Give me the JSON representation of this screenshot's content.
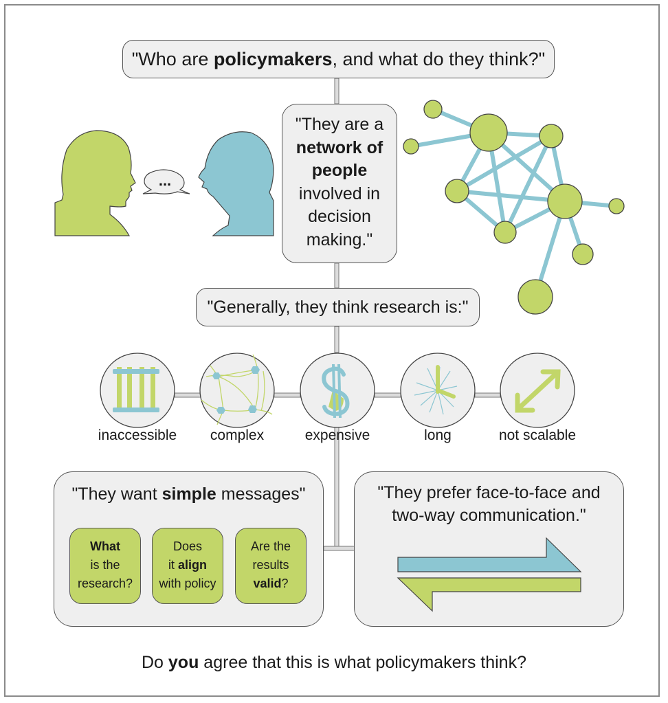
{
  "colors": {
    "green": "#c2d669",
    "blue": "#8cc6d2",
    "box_fill": "#efefef",
    "outline": "#555555"
  },
  "header_question": {
    "prefix": "\"Who are ",
    "bold": "policymakers",
    "suffix": ", and what do they think?\""
  },
  "network_quote": {
    "line1": "\"They are a",
    "bold1": "network of",
    "bold2": "people",
    "line4": "involved in",
    "line5": "decision",
    "line6": "making.\""
  },
  "speech_bubble": {
    "text": "..."
  },
  "general_quote": {
    "text": "\"Generally, they think research is:\""
  },
  "research_traits": [
    {
      "label": "inaccessible",
      "icon": "barrier-icon"
    },
    {
      "label": "complex",
      "icon": "tangled-network-icon"
    },
    {
      "label": "expensive",
      "icon": "dollar-icon"
    },
    {
      "label": "long",
      "icon": "clock-icon"
    },
    {
      "label": "not scalable",
      "icon": "double-arrow-icon"
    }
  ],
  "simple_messages": {
    "prefix": "\"They want ",
    "bold": "simple",
    "suffix": " messages\"",
    "cards": [
      {
        "bold": "What",
        "line2": "is the",
        "line3": "research?"
      },
      {
        "line1": "Does",
        "pre": "it ",
        "bold": "align",
        "line3": "with policy"
      },
      {
        "line1": "Are the",
        "line2": "results",
        "bold": "valid",
        "post": "?"
      }
    ]
  },
  "face_to_face": {
    "line1": "\"They prefer face-to-face and",
    "line2": "two-way communication.\""
  },
  "closing_question": {
    "prefix": "Do ",
    "bold": "you",
    "suffix": " agree that this is what policymakers think?"
  }
}
